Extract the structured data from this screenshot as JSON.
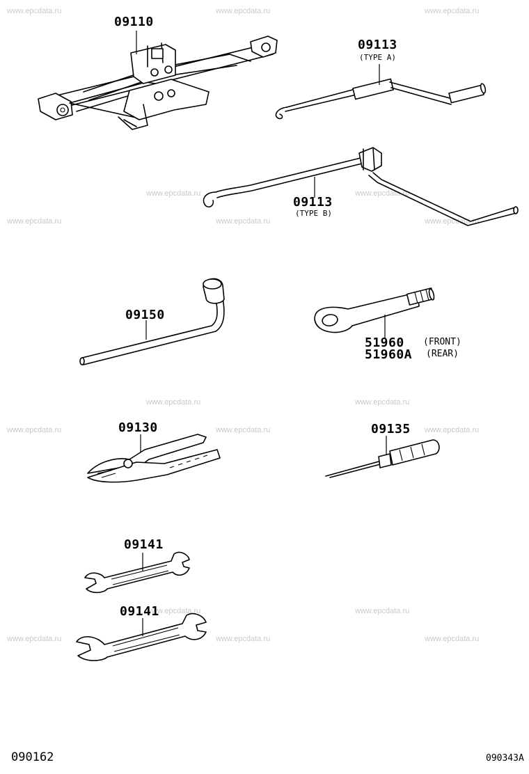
{
  "watermark_text": "www.epcdata.ru",
  "parts": {
    "jack": {
      "number": "09110"
    },
    "handle_a": {
      "number": "09113",
      "note": "(TYPE A)"
    },
    "handle_b": {
      "number": "09113",
      "note": "(TYPE B)"
    },
    "wheel_nut_wrench": {
      "number": "09150"
    },
    "spare_wheel_tool": {
      "number_front": "51960",
      "note_front": "(FRONT)",
      "number_rear": "51960A",
      "note_rear": "(REAR)"
    },
    "pliers": {
      "number": "09130"
    },
    "screwdriver": {
      "number": "09135"
    },
    "wrench_small": {
      "number": "09141"
    },
    "wrench_large": {
      "number": "09141"
    }
  },
  "footer": {
    "left_code": "090162",
    "right_code": "090343A"
  }
}
